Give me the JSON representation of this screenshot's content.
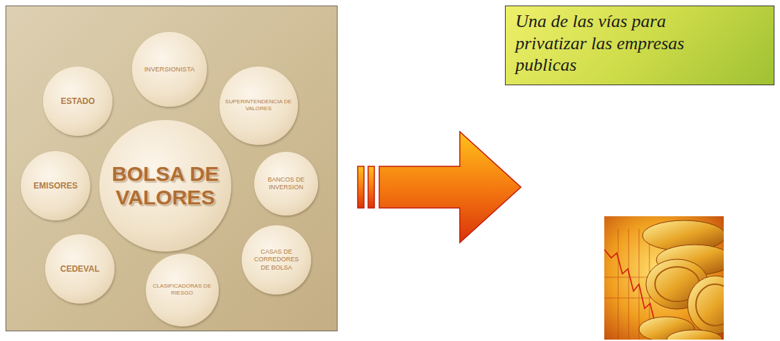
{
  "diagram": {
    "nodes": [
      {
        "text": [
          "INVERSIONISTA"
        ]
      },
      {
        "text": [
          "ESTADO"
        ]
      },
      {
        "text": [
          "SUPERINTENDENCIA DE VALORES"
        ]
      },
      {
        "text": [
          "BOLSA DE VALORES"
        ]
      },
      {
        "text": [
          "EMISORES"
        ]
      },
      {
        "text": [
          "BANCOS DE INVERSION"
        ]
      },
      {
        "text": [
          "CEDEVAL"
        ]
      },
      {
        "text": [
          "CASAS DE CORREDORES DE BOLSA"
        ]
      },
      {
        "text": [
          "CLASIFICADORAS DE RIESGO"
        ]
      },
      {
        "text": [
          "Una de las vías para privatizar las empresas publicas"
        ]
      }
    ]
  }
}
